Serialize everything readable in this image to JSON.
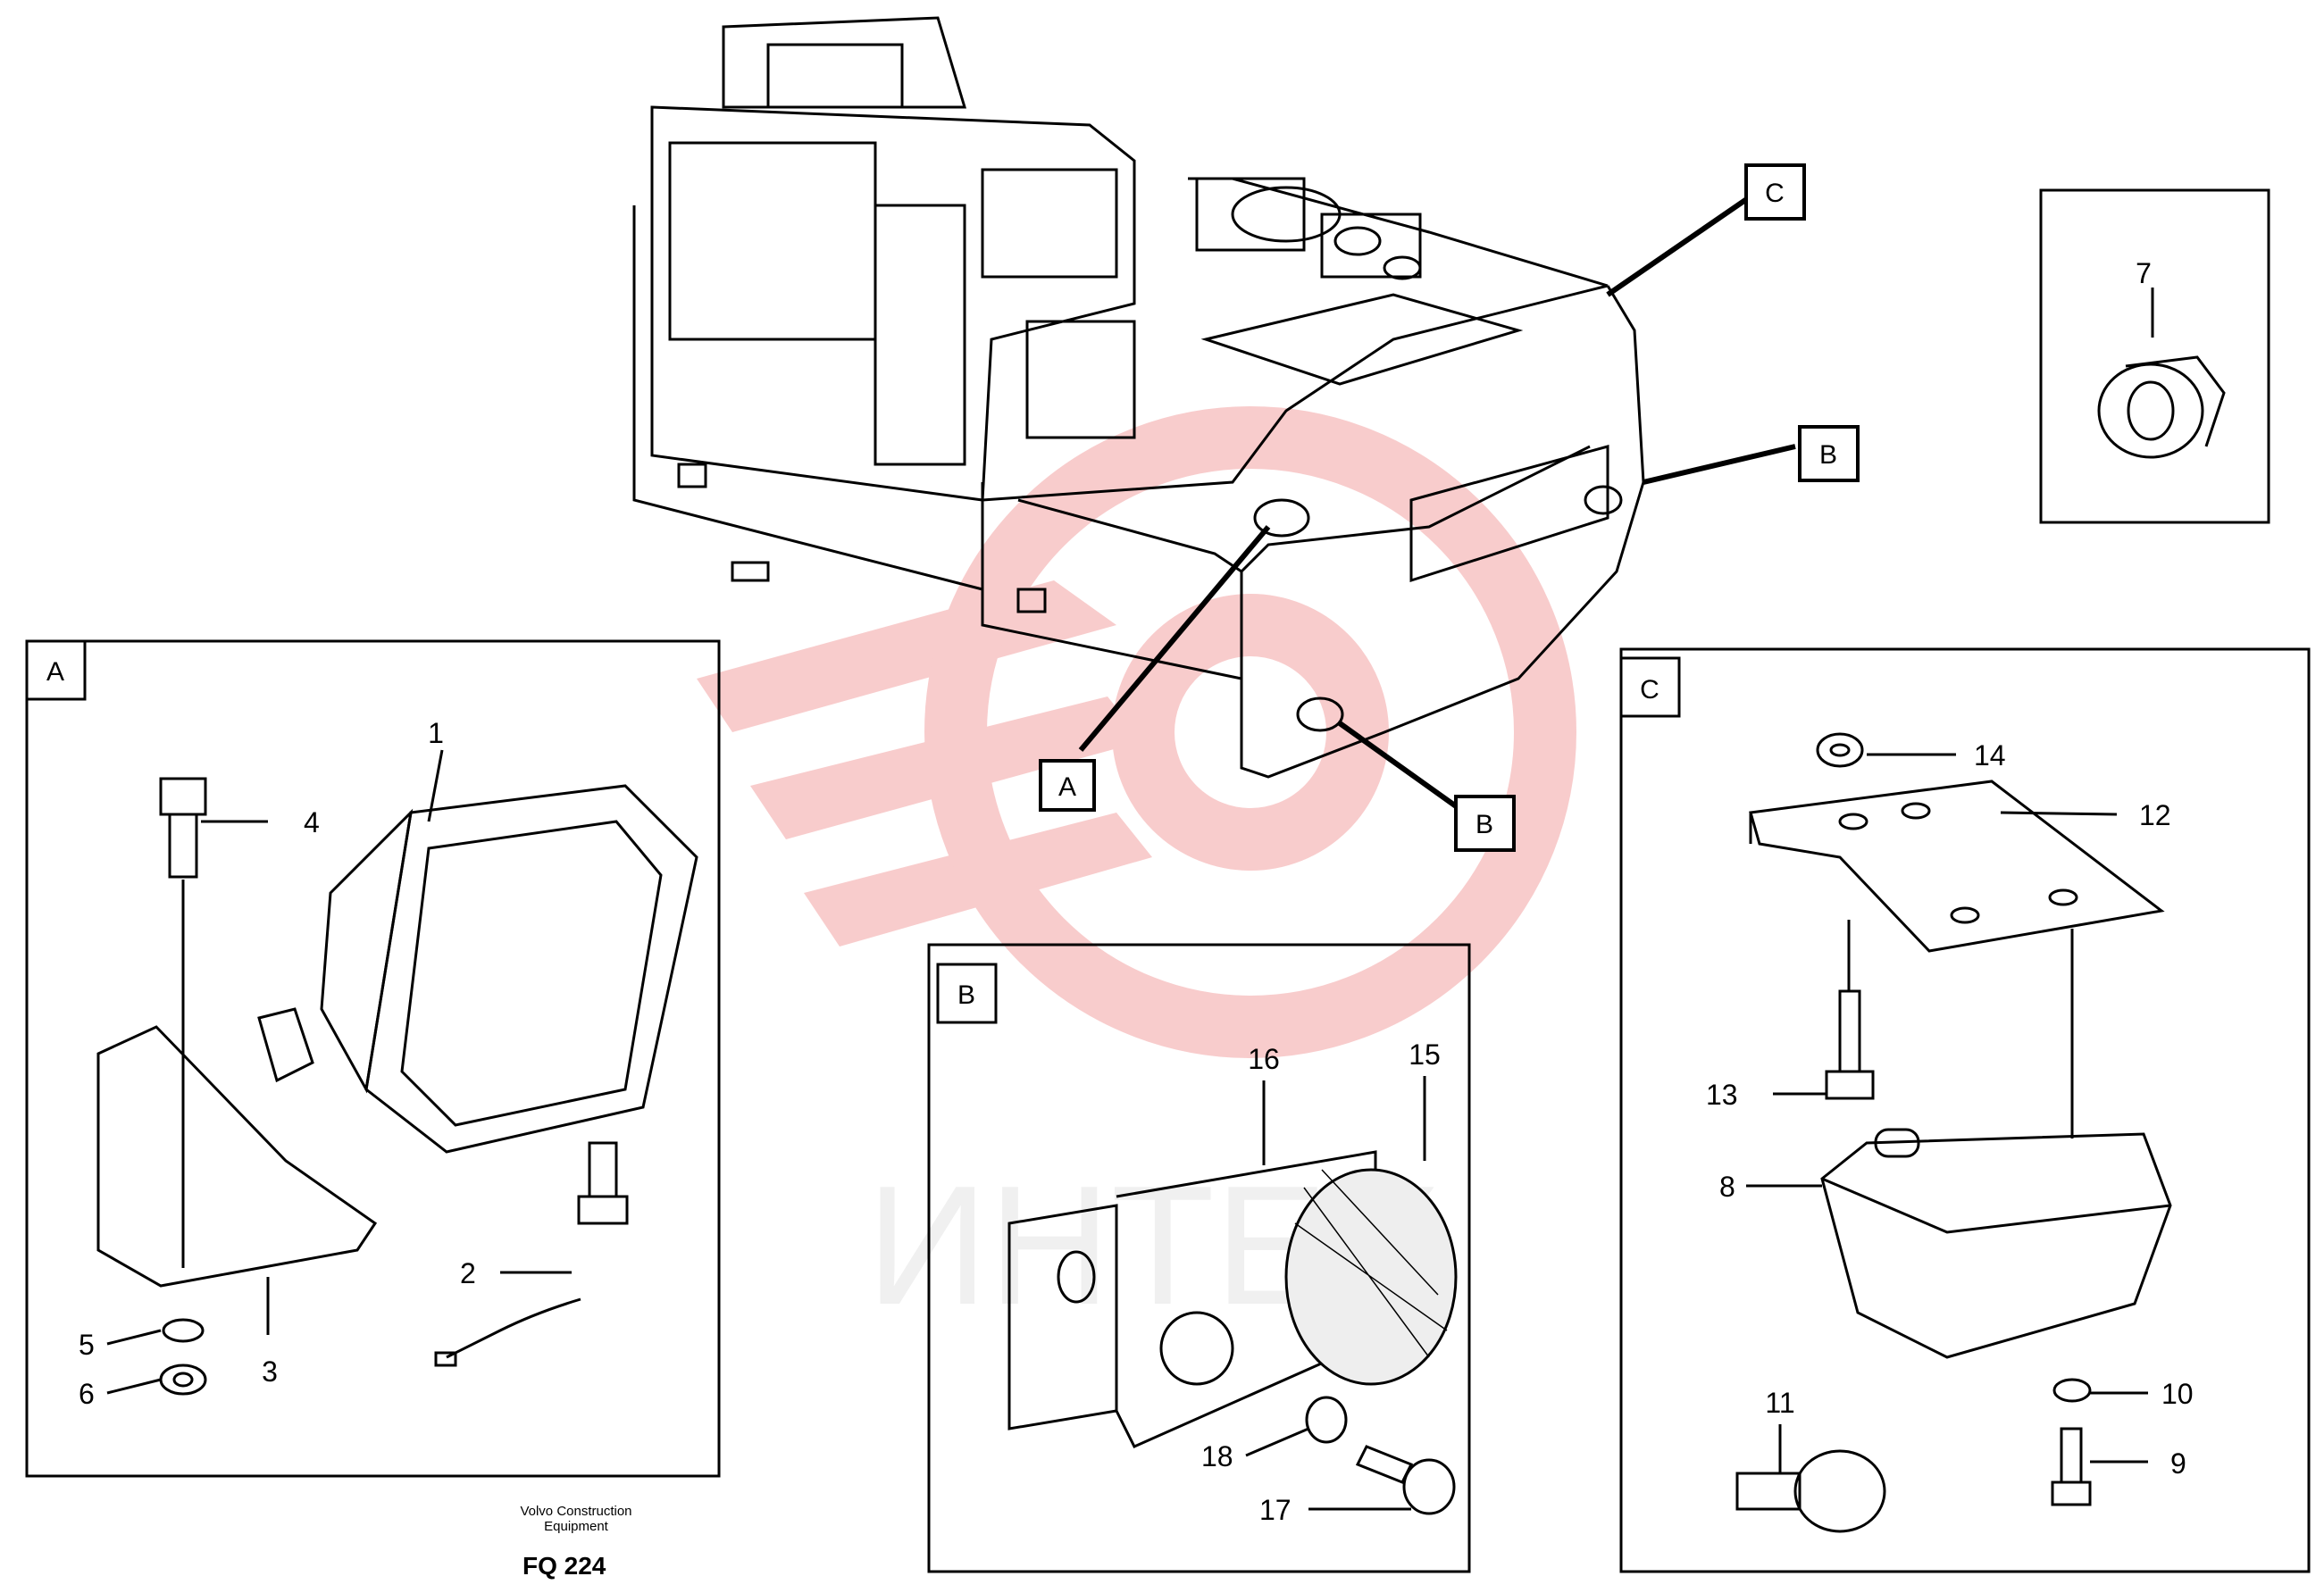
{
  "callouts": [
    "A",
    "B",
    "C",
    "B"
  ],
  "panels": {
    "A": {
      "tag": "A"
    },
    "B": {
      "tag": "B"
    },
    "C": {
      "tag": "C"
    }
  },
  "labels": {
    "p1": "1",
    "p2": "2",
    "p3": "3",
    "p4": "4",
    "p5": "5",
    "p6": "6",
    "p7": "7",
    "p8": "8",
    "p9": "9",
    "p10": "10",
    "p11": "11",
    "p12": "12",
    "p13": "13",
    "p14": "14",
    "p15": "15",
    "p16": "16",
    "p17": "17",
    "p18": "18"
  },
  "footer": {
    "credit_line1": "Volvo Construction",
    "credit_line2": "Equipment",
    "code": "FQ 224"
  },
  "watermark": {
    "text": "ИНТЕХ",
    "color": "#f4b8b8"
  }
}
